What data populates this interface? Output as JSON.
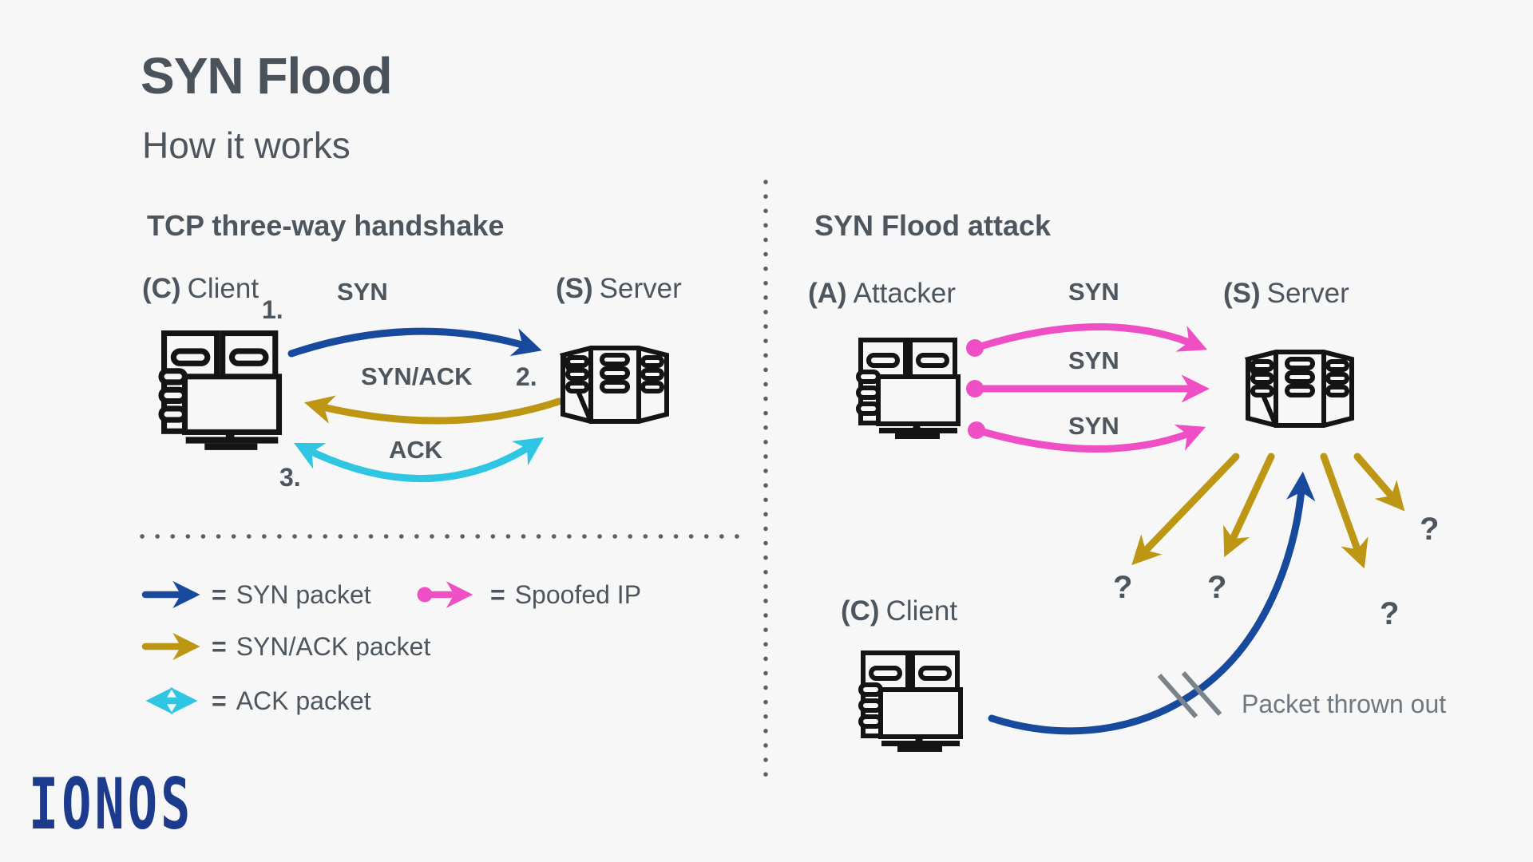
{
  "title": "SYN Flood",
  "subtitle": "How it works",
  "left_panel": {
    "heading": "TCP three-way handshake",
    "client_prefix": "(C)",
    "client_name": "Client",
    "server_prefix": "(S)",
    "server_name": "Server",
    "steps": [
      {
        "num": "1.",
        "label": "SYN"
      },
      {
        "num": "2.",
        "label": "SYN/ACK"
      },
      {
        "num": "3.",
        "label": "ACK"
      }
    ]
  },
  "legend": {
    "items": [
      {
        "eq": "=",
        "label": "SYN packet",
        "color": "#17499d"
      },
      {
        "eq": "=",
        "label": "Spoofed IP",
        "color": "#ef4fc4"
      },
      {
        "eq": "=",
        "label": "SYN/ACK packet",
        "color": "#bd9713"
      },
      {
        "eq": "=",
        "label": "ACK packet",
        "color": "#2fc6e3"
      }
    ]
  },
  "right_panel": {
    "heading": "SYN Flood attack",
    "attacker_prefix": "(A)",
    "attacker_name": "Attacker",
    "server_prefix": "(S)",
    "server_name": "Server",
    "client_prefix": "(C)",
    "client_name": "Client",
    "syn_labels": [
      "SYN",
      "SYN",
      "SYN"
    ],
    "question_marks": [
      "?",
      "?",
      "?",
      "?"
    ],
    "packet_note": "Packet thrown out"
  },
  "logo": "IONOS",
  "colors": {
    "background": "#f7f7f7",
    "text": "#4d565f",
    "muted_text": "#6f7880",
    "syn_blue": "#17499d",
    "synack_gold": "#bd9713",
    "ack_cyan": "#2fc6e3",
    "spoofed_pink": "#ef4fc4",
    "icon_black": "#141414",
    "logo_blue": "#1d3b8d"
  }
}
